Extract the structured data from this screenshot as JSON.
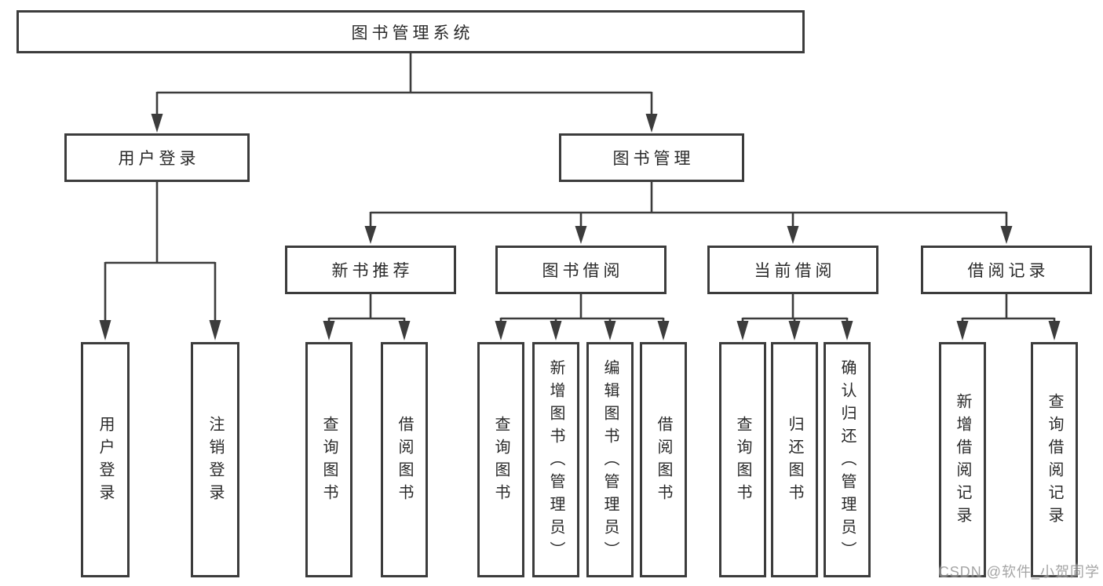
{
  "diagram": {
    "root": {
      "label": "图书管理系统"
    },
    "level2": [
      {
        "label": "用户登录",
        "parent": "图书管理系统"
      },
      {
        "label": "图书管理",
        "parent": "图书管理系统"
      }
    ],
    "level3": [
      {
        "label": "新书推荐",
        "parent": "图书管理"
      },
      {
        "label": "图书借阅",
        "parent": "图书管理"
      },
      {
        "label": "当前借阅",
        "parent": "图书管理"
      },
      {
        "label": "借阅记录",
        "parent": "图书管理"
      }
    ],
    "leaves": [
      {
        "label": "用户登录",
        "parent": "用户登录"
      },
      {
        "label": "注销登录",
        "parent": "用户登录"
      },
      {
        "label": "查询图书",
        "parent": "新书推荐"
      },
      {
        "label": "借阅图书",
        "parent": "新书推荐"
      },
      {
        "label": "查询图书",
        "parent": "图书借阅"
      },
      {
        "label": "新增图书（管理员）",
        "parent": "图书借阅"
      },
      {
        "label": "编辑图书（管理员）",
        "parent": "图书借阅"
      },
      {
        "label": "借阅图书",
        "parent": "图书借阅"
      },
      {
        "label": "查询图书",
        "parent": "当前借阅"
      },
      {
        "label": "归还图书",
        "parent": "当前借阅"
      },
      {
        "label": "确认归还（管理员）",
        "parent": "当前借阅"
      },
      {
        "label": "新增借阅记录",
        "parent": "借阅记录"
      },
      {
        "label": "查询借阅记录",
        "parent": "借阅记录"
      }
    ]
  },
  "watermark": {
    "text": "CSDN @软件_小贺同学"
  },
  "colors": {
    "line": "#3c3c3c",
    "text": "#2a2a2a",
    "watermark": "#8f8f8f",
    "background": "#ffffff"
  }
}
